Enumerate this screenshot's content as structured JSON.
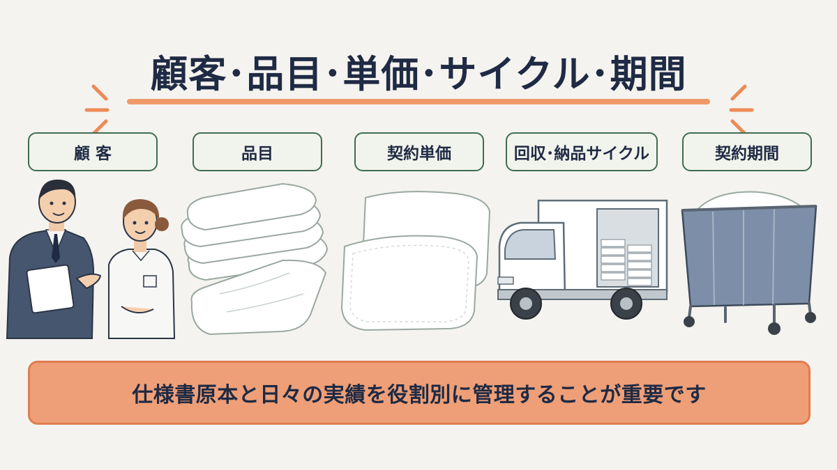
{
  "title": "顧客･品目･単価･サイクル･期間",
  "categories": [
    {
      "id": "customer",
      "label": "顧 客"
    },
    {
      "id": "item",
      "label": "品目"
    },
    {
      "id": "unit-price",
      "label": "契約単価"
    },
    {
      "id": "cycle",
      "label": "回収･納品サイクル"
    },
    {
      "id": "period",
      "label": "契約期間"
    }
  ],
  "banner": "仕様書原本と日々の実績を役割別に管理することが重要です",
  "colors": {
    "background": "#f4f3ef",
    "title_text": "#1f2a44",
    "accent_orange": "#ee9a68",
    "pill_border": "#3f6b50",
    "banner_fill": "#ee9f77"
  }
}
